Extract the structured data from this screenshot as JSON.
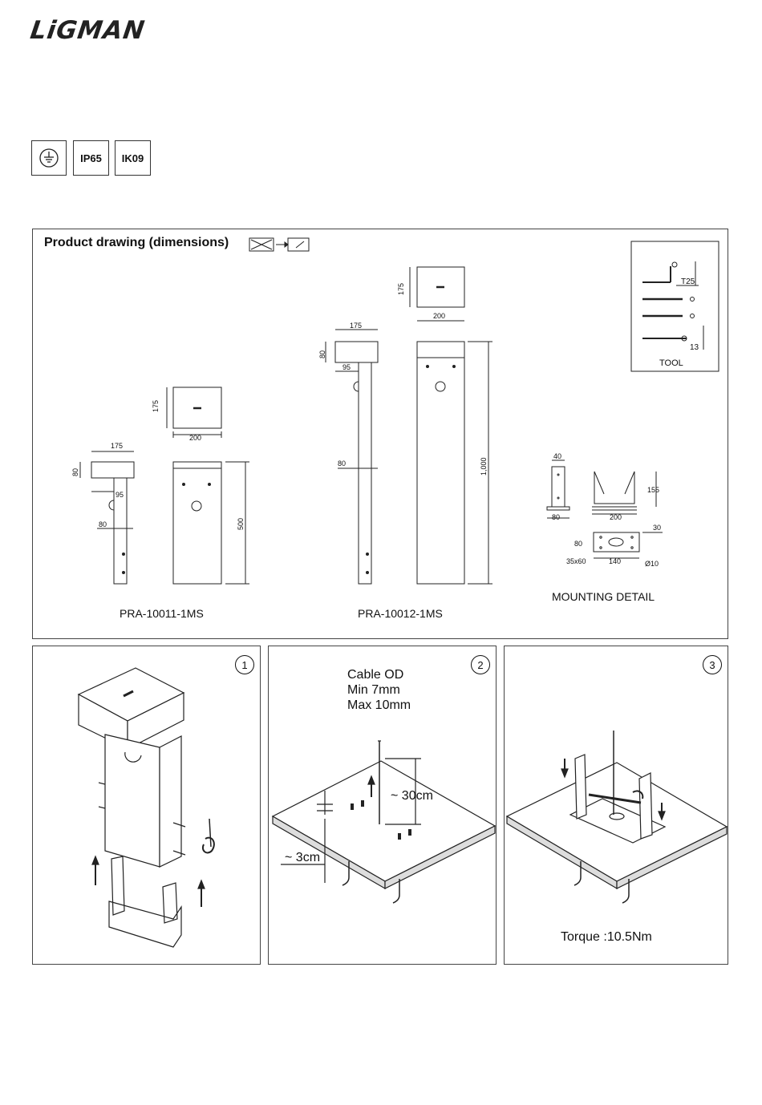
{
  "brand": {
    "logo": "LiGMAN"
  },
  "badges": {
    "earth": "earth-ground-icon",
    "ip": "IP65",
    "ik": "IK09"
  },
  "drawing": {
    "title": "Product drawing (dimensions)",
    "models": [
      "PRA-10011-1MS",
      "PRA-10012-1MS"
    ],
    "mounting_label": "MOUNTING DETAIL",
    "tool": {
      "label": "TOOL",
      "t25": "T25",
      "spanner": "13"
    },
    "dims_small": {
      "top_w": "200",
      "top_h": "175",
      "head_w": "175",
      "head_h": "80",
      "offset": "95",
      "post": "80",
      "height": "500"
    },
    "dims_large": {
      "top_w": "200",
      "top_h": "175",
      "head_w": "175",
      "head_h": "80",
      "offset": "95",
      "post": "80",
      "height": "1,000"
    },
    "mounting_dims": {
      "w40": "40",
      "h155": "155",
      "w200": "200",
      "b80": "80",
      "p80": "80",
      "r30": "30",
      "slot": "35x60",
      "span": "140",
      "hole": "Ø10"
    }
  },
  "steps": [
    {
      "num": "1"
    },
    {
      "num": "2",
      "cable_lines": "Cable OD\nMin 7mm\nMax 10mm",
      "depth": "~ 30cm",
      "thick": "~ 3cm"
    },
    {
      "num": "3",
      "torque": "Torque :10.5Nm"
    }
  ]
}
